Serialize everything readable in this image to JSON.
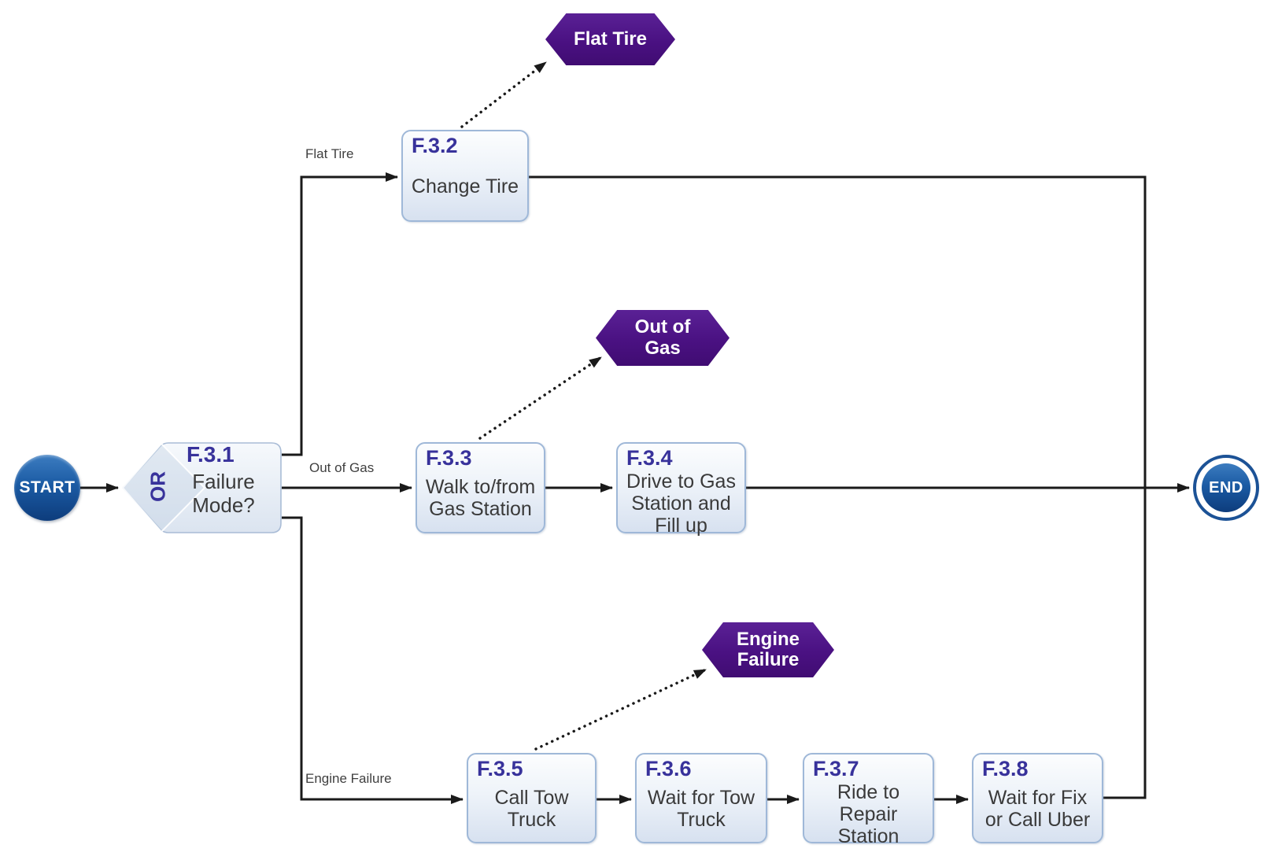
{
  "diagram": {
    "type": "flowchart",
    "start": {
      "label": "START"
    },
    "end": {
      "label": "END"
    },
    "decision": {
      "id": "F.3.1",
      "gate_label": "OR",
      "question": "Failure Mode?"
    },
    "tasks": [
      {
        "id": "F.3.2",
        "label": "Change Tire"
      },
      {
        "id": "F.3.3",
        "label": "Walk to/from Gas Station"
      },
      {
        "id": "F.3.4",
        "label": "Drive to Gas Station and Fill up"
      },
      {
        "id": "F.3.5",
        "label": "Call Tow Truck"
      },
      {
        "id": "F.3.6",
        "label": "Wait for Tow Truck"
      },
      {
        "id": "F.3.7",
        "label": "Ride to Repair Station"
      },
      {
        "id": "F.3.8",
        "label": "Wait for Fix or Call Uber"
      }
    ],
    "failure_refs": [
      {
        "label": "Flat Tire"
      },
      {
        "label": "Out of Gas"
      },
      {
        "label": "Engine Failure"
      }
    ],
    "edge_labels": {
      "flat_tire": "Flat Tire",
      "out_of_gas": "Out of Gas",
      "engine_failure": "Engine Failure"
    },
    "colors": {
      "node_blue": "#1b5ba4",
      "ref_purple": "#4a1182",
      "task_border": "#9fb8d8",
      "task_fill": "#d7e1f0",
      "id_text": "#38329b",
      "line": "#1a1a1a"
    }
  }
}
